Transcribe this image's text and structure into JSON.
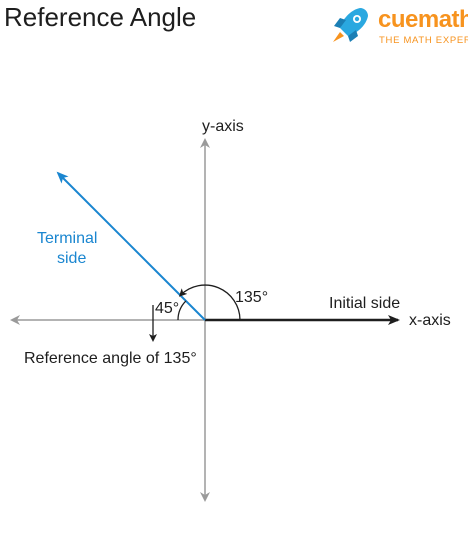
{
  "header": {
    "title": "Reference Angle",
    "brand_name": "cuemath",
    "brand_tagline": "THE MATH EXPERT"
  },
  "diagram": {
    "y_axis_label": "y-axis",
    "x_axis_label": "x-axis",
    "terminal_label_line1": "Terminal",
    "terminal_label_line2": "side",
    "initial_label": "Initial side",
    "angle_135_label": "135°",
    "angle_45_label": "45°",
    "reference_label": "Reference angle of 135°",
    "terminal_angle_deg": 135,
    "reference_angle_deg": 45
  },
  "colors": {
    "terminal": "#1a86d0",
    "axis": "#9a9a9a",
    "initial": "#1e1e1e",
    "brand": "#f7931e",
    "rocket": "#2aa8e0"
  },
  "icons": {
    "logo": "rocket-icon"
  }
}
